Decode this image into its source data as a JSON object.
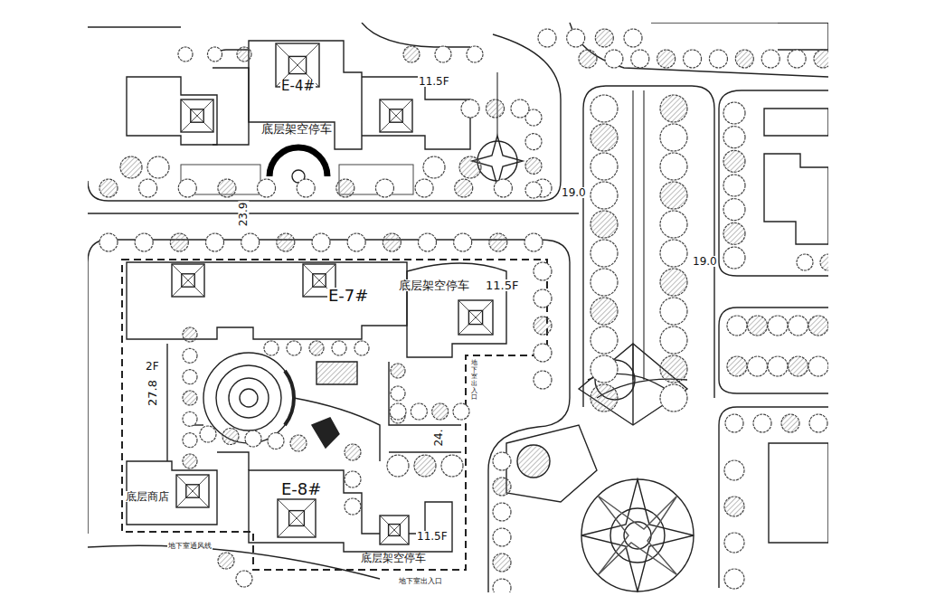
{
  "diagram": {
    "labels": [
      "底层架空停车",
      "E-4#",
      "11.5F",
      "23.9",
      "19.0",
      "19.0",
      "E-7#",
      "底层架空停车",
      "11.5F",
      "2F",
      "27.8",
      "地下室出入口",
      "24.",
      "E-8#",
      "底层商店",
      "11.5F",
      "底层架空停车",
      "地下室通风线",
      "地下室出入口"
    ]
  }
}
